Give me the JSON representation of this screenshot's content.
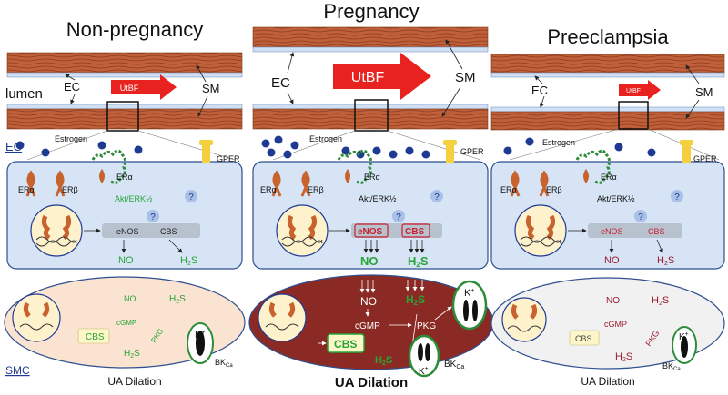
{
  "panels": [
    {
      "title": "Non-pregnancy",
      "ec_label": "EC",
      "sm_label": "SM",
      "lumen_label": "lumen",
      "utbf_label": "UtBF",
      "estrogen_label": "Estrogen",
      "gper_label": "GPER",
      "era_label": "ERα",
      "erb_label": "ERβ",
      "era_dimer_label": "ERα",
      "akt_label": "Akt/ERK½",
      "q_label": "?",
      "enos_label": "eNOS",
      "cbs_label": "CBS",
      "no_label": "NO",
      "h2s_label": "H",
      "h2s_sub": "2",
      "h2s_tail": "S",
      "smc_no_label": "NO",
      "smc_h2s_label": "H",
      "cgmp_label": "cGMP",
      "pkg_label": "PKG",
      "smc_cbs_label": "CBS",
      "smc_h2s2_label": "H",
      "k_label": "K",
      "k_sup": "+",
      "bk_label": "BK",
      "bk_sub": "Ca",
      "ec_side_label": "EC",
      "smc_side_label": "SMC",
      "dilation_label": "UA Dilation"
    },
    {
      "title": "Pregnancy",
      "ec_label": "EC",
      "sm_label": "SM",
      "utbf_label": "UtBF",
      "estrogen_label": "Estrogen",
      "gper_label": "GPER",
      "era_label": "ERα",
      "erb_label": "ERβ",
      "era_dimer_label": "ERα",
      "akt_label": "Akt/ERK½",
      "q_label": "?",
      "enos_label": "eNOS",
      "cbs_label": "CBS",
      "no_label": "NO",
      "h2s_label": "H",
      "h2s_sub": "2",
      "h2s_tail": "S",
      "smc_no_label": "NO",
      "smc_h2s_label": "H",
      "cgmp_label": "cGMP",
      "pkg_label": "PKG",
      "smc_cbs_label": "CBS",
      "smc_h2s2_label": "H",
      "k_label": "K",
      "k_sup": "+",
      "bk_label": "BK",
      "bk_sub": "Ca",
      "dilation_label": "UA Dilation"
    },
    {
      "title": "Preeclampsia",
      "ec_label": "EC",
      "sm_label": "SM",
      "utbf_label": "UtBF",
      "estrogen_label": "Estrogen",
      "gper_label": "GPER",
      "era_label": "ERα",
      "erb_label": "ERβ",
      "era_dimer_label": "ERα",
      "akt_label": "Akt/ERK½",
      "q_label": "?",
      "enos_label": "eNOS",
      "cbs_label": "CBS",
      "no_label": "NO",
      "h2s_label": "H",
      "h2s_sub": "2",
      "h2s_tail": "S",
      "smc_no_label": "NO",
      "smc_h2s_label": "H",
      "cgmp_label": "cGMP",
      "pkg_label": "PKG",
      "smc_cbs_label": "CBS",
      "smc_h2s2_label": "H",
      "k_label": "K",
      "k_sup": "+",
      "bk_label": "BK",
      "bk_sub": "Ca",
      "dilation_label": "UA Dilation"
    }
  ],
  "colors": {
    "muscle": "#c0603a",
    "muscle_dark": "#8a3b1c",
    "endothelium": "#cfe0f5",
    "ec_cell": "#d6e4f5",
    "ec_border": "#2f4f8f",
    "utbf_arrow": "#e8221f",
    "green_text": "#27a537",
    "red_text": "#c8202f",
    "dark_red_text": "#9c1c2e",
    "smc_nonpreg": "#fbe3d1",
    "smc_preg": "#8b2a24",
    "smc_pree": "#f1f1f1",
    "estrogen_dot": "#1f3a93",
    "gper": "#f4d03f",
    "receptor": "#c8632e",
    "nucleus": "#fdf2cc",
    "cbs_box": "#fdf6c8",
    "enos_bar": "#b8c2cf"
  }
}
